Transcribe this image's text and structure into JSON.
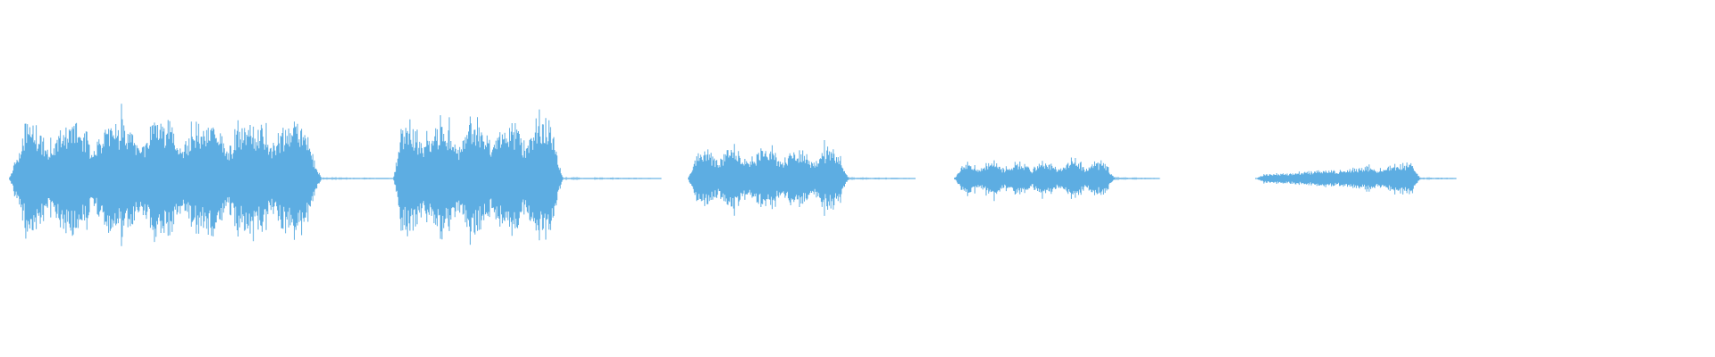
{
  "waveform": {
    "color": "#5DADE2",
    "background": "#ffffff",
    "segments": [
      {
        "id": "segment-1",
        "peak": 0.85,
        "shape": "bursts",
        "bursts": 7
      },
      {
        "id": "segment-2",
        "peak": 0.85,
        "shape": "bursts",
        "bursts": 5
      },
      {
        "id": "segment-3",
        "peak": 0.45,
        "shape": "bursts",
        "bursts": 5
      },
      {
        "id": "segment-4",
        "peak": 0.25,
        "shape": "bursts",
        "bursts": 6
      },
      {
        "id": "segment-5",
        "peak": 0.25,
        "shape": "swell",
        "bursts": 4
      }
    ]
  }
}
